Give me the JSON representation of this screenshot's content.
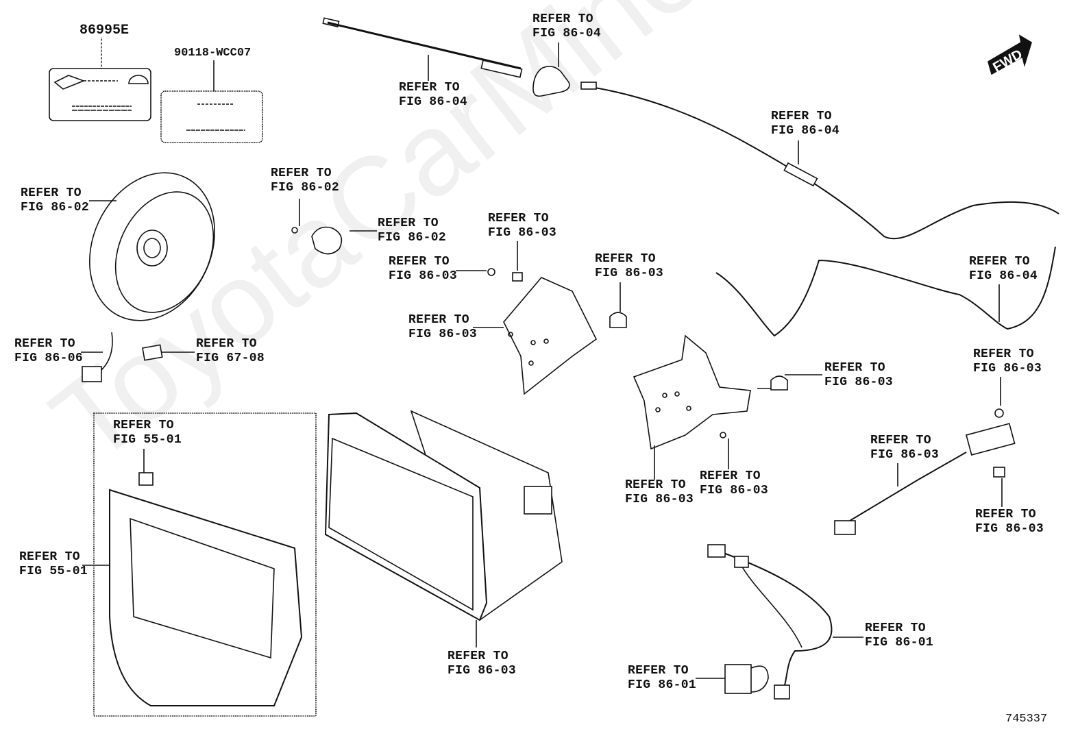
{
  "watermark": "ToyotaCarMine.ru",
  "direction_badge": "FWD",
  "diagram_id": "745337",
  "part_numbers": [
    {
      "number": "86995E"
    },
    {
      "number": "90118-WCC07"
    }
  ],
  "callouts": [
    {
      "line1": "REFER TO",
      "line2": "FIG 86-04"
    },
    {
      "line1": "REFER TO",
      "line2": "FIG 86-04"
    },
    {
      "line1": "REFER TO",
      "line2": "FIG 86-04"
    },
    {
      "line1": "REFER TO",
      "line2": "FIG 86-02"
    },
    {
      "line1": "REFER TO",
      "line2": "FIG 86-02"
    },
    {
      "line1": "REFER TO",
      "line2": "FIG 86-02"
    },
    {
      "line1": "REFER TO",
      "line2": "FIG 86-03"
    },
    {
      "line1": "REFER TO",
      "line2": "FIG 86-03"
    },
    {
      "line1": "REFER TO",
      "line2": "FIG 86-03"
    },
    {
      "line1": "REFER TO",
      "line2": "FIG 86-03"
    },
    {
      "line1": "REFER TO",
      "line2": "FIG 86-04"
    },
    {
      "line1": "REFER TO",
      "line2": "FIG 86-06"
    },
    {
      "line1": "REFER TO",
      "line2": "FIG 67-08"
    },
    {
      "line1": "REFER TO",
      "line2": "FIG 86-03"
    },
    {
      "line1": "REFER TO",
      "line2": "FIG 86-03"
    },
    {
      "line1": "REFER TO",
      "line2": "FIG 55-01"
    },
    {
      "line1": "REFER TO",
      "line2": "FIG 86-03"
    },
    {
      "line1": "REFER TO",
      "line2": "FIG 86-03"
    },
    {
      "line1": "REFER TO",
      "line2": "FIG 86-03"
    },
    {
      "line1": "REFER TO",
      "line2": "FIG 86-03"
    },
    {
      "line1": "REFER TO",
      "line2": "FIG 55-01"
    },
    {
      "line1": "REFER TO",
      "line2": "FIG 86-01"
    },
    {
      "line1": "REFER TO",
      "line2": "FIG 86-03"
    },
    {
      "line1": "REFER TO",
      "line2": "FIG 86-01"
    }
  ]
}
